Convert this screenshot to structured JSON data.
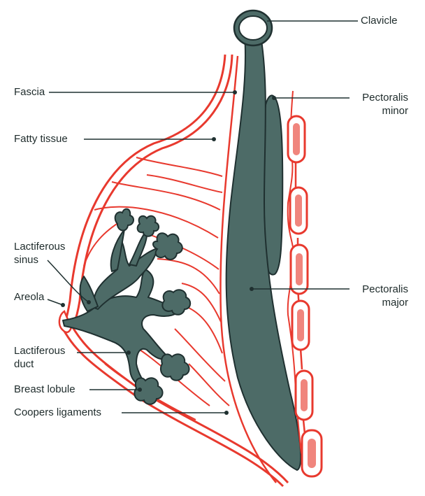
{
  "colors": {
    "tissue_red": "#e8392e",
    "muscle_teal": "#4d6b67",
    "outline_dark": "#1f3030",
    "leader_line": "#1f3030",
    "background": "#ffffff"
  },
  "labels": {
    "clavicle": "Clavicle",
    "fascia": "Fascia",
    "fatty_tissue": "Fatty tissue",
    "pectoralis_minor": [
      "Pectoralis",
      "minor"
    ],
    "lactiferous_sinus": [
      "Lactiferous",
      "sinus"
    ],
    "areola": "Areola",
    "pectoralis_major": [
      "Pectoralis",
      "major"
    ],
    "lactiferous_duct": [
      "Lactiferous",
      "duct"
    ],
    "breast_lobule": "Breast lobule",
    "coopers_ligaments": "Coopers ligaments"
  }
}
